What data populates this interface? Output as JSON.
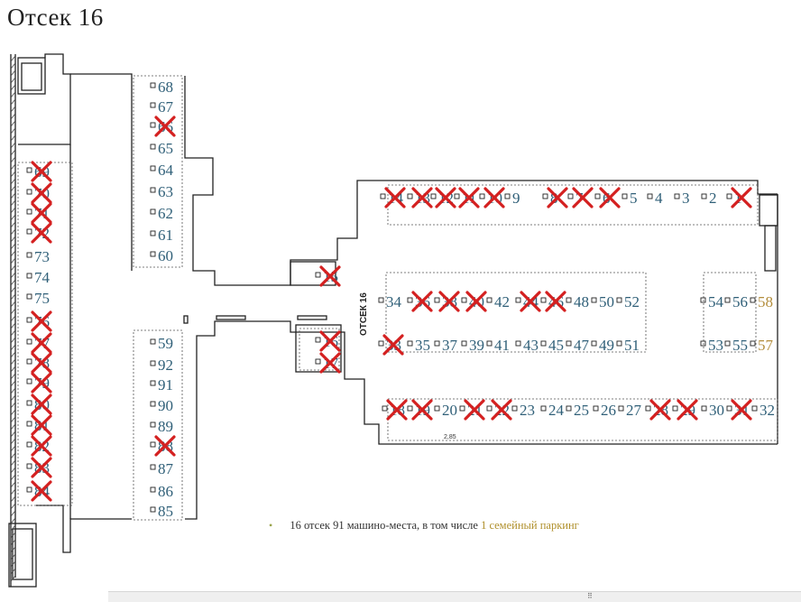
{
  "title": "Отсек 16",
  "section_label": "ОТСЕК 16",
  "legend": {
    "main": "16 отсек 91 машино-места, в том числе",
    "family": "1 семейный паркинг"
  },
  "small_label": "2,85",
  "spots": [
    {
      "n": "68",
      "crossed": false
    },
    {
      "n": "67",
      "crossed": false
    },
    {
      "n": "66",
      "crossed": true
    },
    {
      "n": "65",
      "crossed": false
    },
    {
      "n": "64",
      "crossed": false
    },
    {
      "n": "63",
      "crossed": false
    },
    {
      "n": "62",
      "crossed": false
    },
    {
      "n": "61",
      "crossed": false
    },
    {
      "n": "60",
      "crossed": false
    },
    {
      "n": "69",
      "crossed": true
    },
    {
      "n": "70",
      "crossed": true
    },
    {
      "n": "71",
      "crossed": true
    },
    {
      "n": "72",
      "crossed": true
    },
    {
      "n": "73",
      "crossed": false
    },
    {
      "n": "74",
      "crossed": false
    },
    {
      "n": "75",
      "crossed": false
    },
    {
      "n": "76",
      "crossed": true
    },
    {
      "n": "77",
      "crossed": true
    },
    {
      "n": "78",
      "crossed": true
    },
    {
      "n": "79",
      "crossed": true
    },
    {
      "n": "80",
      "crossed": true
    },
    {
      "n": "81",
      "crossed": true
    },
    {
      "n": "82",
      "crossed": true
    },
    {
      "n": "83",
      "crossed": true
    },
    {
      "n": "84",
      "crossed": true
    },
    {
      "n": "59",
      "crossed": false
    },
    {
      "n": "92",
      "crossed": false
    },
    {
      "n": "91",
      "crossed": false
    },
    {
      "n": "90",
      "crossed": false
    },
    {
      "n": "89",
      "crossed": false
    },
    {
      "n": "88",
      "crossed": true
    },
    {
      "n": "87",
      "crossed": false
    },
    {
      "n": "86",
      "crossed": false
    },
    {
      "n": "85",
      "crossed": false
    },
    {
      "n": "15",
      "crossed": true
    },
    {
      "n": "16",
      "crossed": true
    },
    {
      "n": "17",
      "crossed": true
    },
    {
      "n": "14",
      "crossed": true
    },
    {
      "n": "13",
      "crossed": true
    },
    {
      "n": "12",
      "crossed": true
    },
    {
      "n": "11",
      "crossed": true
    },
    {
      "n": "10",
      "crossed": true
    },
    {
      "n": "9",
      "crossed": false
    },
    {
      "n": "8",
      "crossed": true
    },
    {
      "n": "7",
      "crossed": true
    },
    {
      "n": "6",
      "crossed": true
    },
    {
      "n": "5",
      "crossed": false
    },
    {
      "n": "4",
      "crossed": false
    },
    {
      "n": "3",
      "crossed": false
    },
    {
      "n": "2",
      "crossed": false
    },
    {
      "n": "1",
      "crossed": true
    },
    {
      "n": "34",
      "crossed": false
    },
    {
      "n": "36",
      "crossed": true
    },
    {
      "n": "38",
      "crossed": true
    },
    {
      "n": "40",
      "crossed": true
    },
    {
      "n": "42",
      "crossed": false
    },
    {
      "n": "44",
      "crossed": true
    },
    {
      "n": "46",
      "crossed": true
    },
    {
      "n": "48",
      "crossed": false
    },
    {
      "n": "50",
      "crossed": false
    },
    {
      "n": "52",
      "crossed": false
    },
    {
      "n": "33",
      "crossed": true
    },
    {
      "n": "35",
      "crossed": false
    },
    {
      "n": "37",
      "crossed": false
    },
    {
      "n": "39",
      "crossed": false
    },
    {
      "n": "41",
      "crossed": false
    },
    {
      "n": "43",
      "crossed": false
    },
    {
      "n": "45",
      "crossed": false
    },
    {
      "n": "47",
      "crossed": false
    },
    {
      "n": "49",
      "crossed": false
    },
    {
      "n": "51",
      "crossed": false
    },
    {
      "n": "54",
      "crossed": false
    },
    {
      "n": "56",
      "crossed": false
    },
    {
      "n": "58",
      "crossed": false,
      "family": true
    },
    {
      "n": "53",
      "crossed": false
    },
    {
      "n": "55",
      "crossed": false
    },
    {
      "n": "57",
      "crossed": false,
      "family": true
    },
    {
      "n": "18",
      "crossed": true
    },
    {
      "n": "19",
      "crossed": true
    },
    {
      "n": "20",
      "crossed": false
    },
    {
      "n": "21",
      "crossed": true
    },
    {
      "n": "22",
      "crossed": true
    },
    {
      "n": "23",
      "crossed": false
    },
    {
      "n": "24",
      "crossed": false
    },
    {
      "n": "25",
      "crossed": false
    },
    {
      "n": "26",
      "crossed": false
    },
    {
      "n": "27",
      "crossed": false
    },
    {
      "n": "28",
      "crossed": true
    },
    {
      "n": "29",
      "crossed": true
    },
    {
      "n": "30",
      "crossed": false
    },
    {
      "n": "31",
      "crossed": true
    },
    {
      "n": "32",
      "crossed": false
    }
  ]
}
